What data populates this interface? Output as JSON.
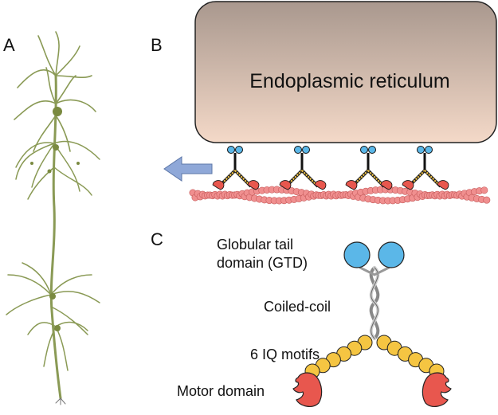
{
  "panels": {
    "a": "A",
    "b": "B",
    "c": "C"
  },
  "er_label": "Endoplasmic reticulum",
  "labels": {
    "gtd": [
      "Globular tail",
      "domain (GTD)"
    ],
    "coiled_coil": "Coiled-coil",
    "iq_motifs": "6 IQ motifs",
    "motor": "Motor domain"
  },
  "colors": {
    "er_top": "#a9988e",
    "er_bottom": "#f4d9c8",
    "gtd": "#5bb7e8",
    "iq": "#f5c542",
    "motor": "#e8574e",
    "actin": "#f08f8f",
    "arrow": "#8fa8d8",
    "plant": "#8a9a55"
  },
  "counts": {
    "iq_per_arm": 6
  }
}
